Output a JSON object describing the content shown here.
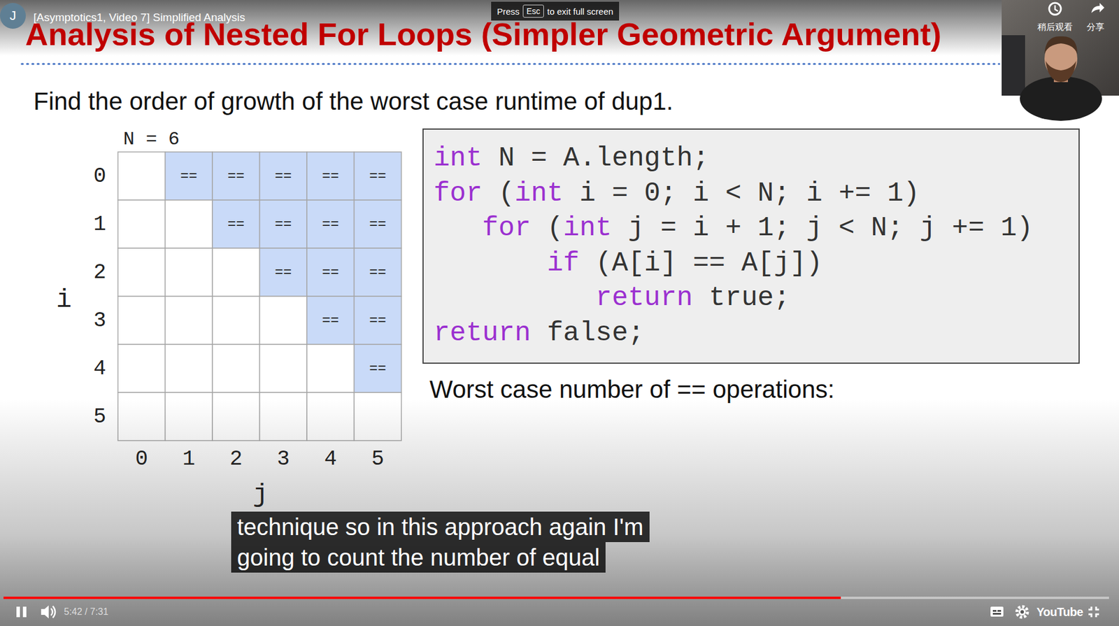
{
  "diagram": {
    "title": "Analysis of Nested For Loops (Simpler Geometric Argument)",
    "nodes": [
      {
        "text": [
          "J"
        ]
      },
      {
        "text": [
          "Press",
          "to exit full screen"
        ]
      },
      {
        "text": [
          "Esc"
        ],
        "in": 1
      },
      {
        "text": [
          "int",
          "N = A.length;",
          "for",
          "(",
          "int",
          "i = 0; i < N; i += 1)",
          "for",
          "(",
          "int",
          "j = i + 1; j < N; j += 1)",
          "if",
          "(A[i] == A[j])",
          "return",
          "true;",
          "return",
          "false;"
        ]
      },
      {
        "text": [
          "technique so in this approach again I'm"
        ]
      },
      {
        "text": [
          "going to count the number of equal"
        ]
      }
    ],
    "labels": [
      "[Asymptotics1, Video 7] Simplified Analysis",
      "稍后观看",
      "分享",
      "Find the order of growth of the worst case runtime of dup1.",
      "N = 6",
      "==",
      "==",
      "==",
      "==",
      "==",
      "==",
      "==",
      "==",
      "==",
      "==",
      "==",
      "==",
      "==",
      "==",
      "==",
      "0",
      "1",
      "2",
      "3",
      "4",
      "5",
      "i",
      "0",
      "1",
      "2",
      "3",
      "4",
      "5",
      "j",
      "Worst case number of == operations:",
      "5:42 / 7:31",
      "YouTube"
    ]
  }
}
